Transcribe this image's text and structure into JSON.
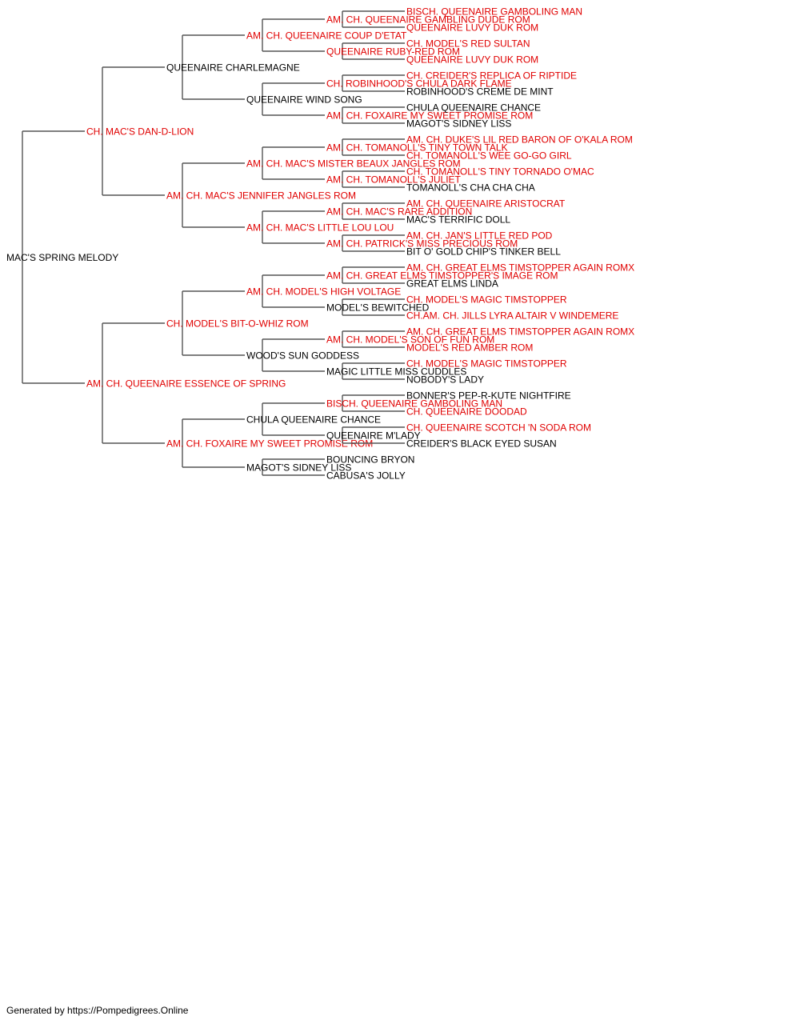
{
  "colors": {
    "titled": "#e00000",
    "untitled": "#000000",
    "connector": "#555555"
  },
  "pedigree": {
    "name": "MAC'S SPRING MELODY",
    "titled": false,
    "sire": {
      "name": "CH. MAC'S DAN-D-LION",
      "titled": true,
      "sire": {
        "name": "QUEENAIRE CHARLEMAGNE",
        "titled": false,
        "sire": {
          "name": "AM. CH. QUEENAIRE COUP D'ETAT",
          "titled": true,
          "sire": {
            "name": "AM. CH. QUEENAIRE GAMBLING DUDE ROM",
            "titled": true,
            "sire": {
              "name": "BISCH. QUEENAIRE GAMBOLING MAN",
              "titled": true
            },
            "dam": {
              "name": "QUEENAIRE LUVY DUK ROM",
              "titled": true
            }
          },
          "dam": {
            "name": "QUEENAIRE RUBY-RED ROM",
            "titled": true,
            "sire": {
              "name": "CH. MODEL'S RED SULTAN",
              "titled": true
            },
            "dam": {
              "name": "QUEENAIRE LUVY DUK ROM",
              "titled": true
            }
          }
        },
        "dam": {
          "name": "QUEENAIRE WIND SONG",
          "titled": false,
          "sire": {
            "name": "CH. ROBINHOOD'S CHULA DARK FLAME",
            "titled": true,
            "sire": {
              "name": "CH. CREIDER'S REPLICA OF RIPTIDE",
              "titled": true
            },
            "dam": {
              "name": "ROBINHOOD'S CREME DE MINT",
              "titled": false
            }
          },
          "dam": {
            "name": "AM. CH. FOXAIRE MY SWEET PROMISE ROM",
            "titled": true,
            "sire": {
              "name": "CHULA QUEENAIRE CHANCE",
              "titled": false
            },
            "dam": {
              "name": "MAGOT'S SIDNEY LISS",
              "titled": false
            }
          }
        }
      },
      "dam": {
        "name": "AM. CH. MAC'S JENNIFER JANGLES ROM",
        "titled": true,
        "sire": {
          "name": "AM. CH. MAC'S MISTER BEAUX JANGLES ROM",
          "titled": true,
          "sire": {
            "name": "AM. CH. TOMANOLL'S TINY TOWN TALK",
            "titled": true,
            "sire": {
              "name": "AM. CH. DUKE'S LIL RED BARON OF O'KALA ROM",
              "titled": true
            },
            "dam": {
              "name": "CH. TOMANOLL'S WEE GO-GO GIRL",
              "titled": true
            }
          },
          "dam": {
            "name": "AM. CH. TOMANOLL'S JULIET",
            "titled": true,
            "sire": {
              "name": "CH. TOMANOLL'S TINY TORNADO O'MAC",
              "titled": true
            },
            "dam": {
              "name": "TOMANOLL'S CHA CHA CHA",
              "titled": false
            }
          }
        },
        "dam": {
          "name": "AM. CH. MAC'S LITTLE LOU LOU",
          "titled": true,
          "sire": {
            "name": "AM. CH. MAC'S RARE ADDITION",
            "titled": true,
            "sire": {
              "name": "AM. CH. QUEENAIRE ARISTOCRAT",
              "titled": true
            },
            "dam": {
              "name": "MAC'S TERRIFIC DOLL",
              "titled": false
            }
          },
          "dam": {
            "name": "AM. CH. PATRICK'S MISS PRECIOUS ROM",
            "titled": true,
            "sire": {
              "name": "AM. CH. JAN'S LITTLE RED POD",
              "titled": true
            },
            "dam": {
              "name": "BIT O' GOLD CHIP'S TINKER BELL",
              "titled": false
            }
          }
        }
      }
    },
    "dam": {
      "name": "AM. CH. QUEENAIRE ESSENCE OF SPRING",
      "titled": true,
      "sire": {
        "name": "CH. MODEL'S BIT-O-WHIZ ROM",
        "titled": true,
        "sire": {
          "name": "AM. CH. MODEL'S HIGH VOLTAGE",
          "titled": true,
          "sire": {
            "name": "AM. CH. GREAT ELMS TIMSTOPPER'S IMAGE ROM",
            "titled": true,
            "sire": {
              "name": "AM. CH. GREAT ELMS TIMSTOPPER AGAIN ROMX",
              "titled": true
            },
            "dam": {
              "name": "GREAT ELMS LINDA",
              "titled": false
            }
          },
          "dam": {
            "name": "MODEL'S BEWITCHED",
            "titled": false,
            "sire": {
              "name": "CH. MODEL'S MAGIC TIMSTOPPER",
              "titled": true
            },
            "dam": {
              "name": "CH.AM. CH. JILLS LYRA ALTAIR V WINDEMERE",
              "titled": true
            }
          }
        },
        "dam": {
          "name": "WOOD'S SUN GODDESS",
          "titled": false,
          "sire": {
            "name": "AM. CH. MODEL'S SON OF FUN ROM",
            "titled": true,
            "sire": {
              "name": "AM. CH. GREAT ELMS TIMSTOPPER AGAIN ROMX",
              "titled": true
            },
            "dam": {
              "name": "MODEL'S RED AMBER ROM",
              "titled": true
            }
          },
          "dam": {
            "name": "MAGIC LITTLE MISS CUDDLES",
            "titled": false,
            "sire": {
              "name": "CH. MODEL'S MAGIC TIMSTOPPER",
              "titled": true
            },
            "dam": {
              "name": "NOBODY'S LADY",
              "titled": false
            }
          }
        }
      },
      "dam": {
        "name": "AM. CH. FOXAIRE MY SWEET PROMISE ROM",
        "titled": true,
        "sire": {
          "name": "CHULA QUEENAIRE CHANCE",
          "titled": false,
          "sire": {
            "name": "BISCH. QUEENAIRE GAMBOLING MAN",
            "titled": true,
            "sire": {
              "name": "BONNER'S PEP-R-KUTE NIGHTFIRE",
              "titled": false
            },
            "dam": {
              "name": "CH. QUEENAIRE DOODAD",
              "titled": true
            }
          },
          "dam": {
            "name": "QUEENAIRE M'LADY",
            "titled": false,
            "sire": {
              "name": "CH. QUEENAIRE SCOTCH 'N SODA ROM",
              "titled": true
            },
            "dam": {
              "name": "CREIDER'S BLACK EYED SUSAN",
              "titled": false
            }
          }
        },
        "dam": {
          "name": "MAGOT'S SIDNEY LISS",
          "titled": false,
          "sire": {
            "name": "BOUNCING BRYON",
            "titled": false
          },
          "dam": {
            "name": "CABUSA'S JOLLY",
            "titled": false
          }
        }
      }
    }
  },
  "footer": "Generated by https://Pompedigrees.Online"
}
